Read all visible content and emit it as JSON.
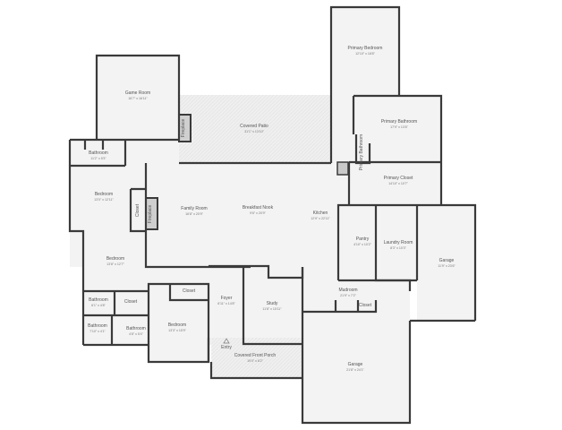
{
  "rooms": {
    "primary_bedroom": {
      "name": "Primary Bedroom",
      "dims": "12'10\" x 18'8\""
    },
    "game_room": {
      "name": "Game Room",
      "dims": "16'7\" x 16'11\""
    },
    "covered_patio": {
      "name": "Covered Patio",
      "dims": "31'1\" x 13'10\""
    },
    "fireplace_patio": {
      "name": "Fireplace"
    },
    "bathroom_1": {
      "name": "Bathroom",
      "dims": "11'2\" x 5'3\""
    },
    "bedroom_1": {
      "name": "Bedroom",
      "dims": "13'0\" x 12'11\""
    },
    "closet_1": {
      "name": "Closet"
    },
    "fireplace_family": {
      "name": "Fireplace"
    },
    "family_room": {
      "name": "Family Room",
      "dims": "16'8\" x 20'9\""
    },
    "breakfast_nook": {
      "name": "Breakfast Nook",
      "dims": "9'6\" x 20'9\""
    },
    "kitchen": {
      "name": "Kitchen",
      "dims": "12'9\" x 22'11\""
    },
    "primary_bathroom": {
      "name": "Primary Bathroom",
      "dims": "17'9\" x 13'6\""
    },
    "primary_bathroom_small": {
      "name": "Primary Bathroom"
    },
    "primary_closet": {
      "name": "Primary Closet",
      "dims": "14'10\" x 10'7\""
    },
    "pantry": {
      "name": "Pantry",
      "dims": "4'10\" x 10'2\""
    },
    "laundry_room": {
      "name": "Laundry Room",
      "dims": "8'3\" x 10'3\""
    },
    "garage_1": {
      "name": "Garage",
      "dims": "11'9\" x 23'6\""
    },
    "mudroom": {
      "name": "Mudroom",
      "dims": "21'9\" x 7'2\""
    },
    "closet_mud": {
      "name": "Closet"
    },
    "garage_2": {
      "name": "Garage",
      "dims": "21'8\" x 24'1\""
    },
    "bedroom_2": {
      "name": "Bedroom",
      "dims": "13'8\" x 12'7\""
    },
    "bathroom_2": {
      "name": "Bathroom",
      "dims": "6'1\" x 4'8\""
    },
    "closet_2": {
      "name": "Closet"
    },
    "bathroom_3": {
      "name": "Bathroom",
      "dims": "7'10\" x 4'1\""
    },
    "bathroom_4": {
      "name": "Bathroom",
      "dims": "4'8\" x 5'4\""
    },
    "bedroom_3": {
      "name": "Bedroom",
      "dims": "13'3\" x 15'9\""
    },
    "closet_3": {
      "name": "Closet"
    },
    "foyer": {
      "name": "Foyer",
      "dims": "6'11\" x 14'8\""
    },
    "study": {
      "name": "Study",
      "dims": "11'8\" x 15'11\""
    },
    "entry": {
      "name": "Entry"
    },
    "covered_front_porch": {
      "name": "Covered Front Porch",
      "dims": "19'0\" x 8'2\""
    }
  },
  "colors": {
    "wall": "#3a3a3a",
    "floor": "#f3f3f3",
    "outdoor": "#ececec",
    "fireplace": "#cfcfcf"
  }
}
